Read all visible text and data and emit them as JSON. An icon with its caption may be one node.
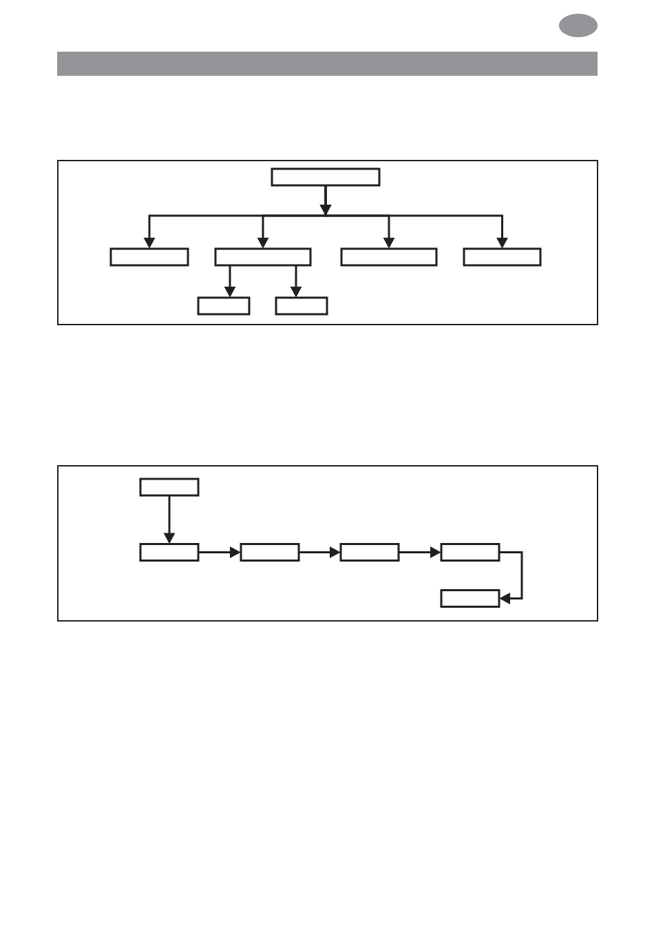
{
  "diagram": {
    "nodes": [
      {
        "text": [],
        "shape": "box"
      },
      {
        "text": [],
        "shape": "box",
        "in": 0
      },
      {
        "text": [],
        "shape": "box",
        "in": 0
      },
      {
        "text": [],
        "shape": "box",
        "in": 0
      },
      {
        "text": [],
        "shape": "box",
        "in": 0
      },
      {
        "text": [],
        "shape": "box",
        "in": 0
      },
      {
        "text": [],
        "shape": "box",
        "in": 0
      },
      {
        "text": [],
        "shape": "box",
        "in": 0
      },
      {
        "text": [],
        "shape": "box"
      },
      {
        "text": [],
        "shape": "box",
        "in": 8
      },
      {
        "text": [],
        "shape": "box",
        "in": 8
      },
      {
        "text": [],
        "shape": "box",
        "in": 8
      },
      {
        "text": [],
        "shape": "box",
        "in": 8
      },
      {
        "text": [],
        "shape": "box",
        "in": 8
      },
      {
        "text": [],
        "shape": "box",
        "in": 8
      }
    ],
    "edges": [
      {
        "from": 1,
        "to": 2,
        "arrow": "to"
      },
      {
        "from": 1,
        "to": 3,
        "arrow": "to"
      },
      {
        "from": 1,
        "to": 4,
        "arrow": "to"
      },
      {
        "from": 1,
        "to": 5,
        "arrow": "to"
      },
      {
        "from": 3,
        "to": 6,
        "arrow": "to"
      },
      {
        "from": 3,
        "to": 7,
        "arrow": "to"
      },
      {
        "from": 9,
        "to": 10,
        "arrow": "to"
      },
      {
        "from": 10,
        "to": 11,
        "arrow": "to"
      },
      {
        "from": 11,
        "to": 12,
        "arrow": "to"
      },
      {
        "from": 12,
        "to": 13,
        "arrow": "to"
      },
      {
        "from": 13,
        "to": 14,
        "arrow": "to"
      }
    ]
  }
}
